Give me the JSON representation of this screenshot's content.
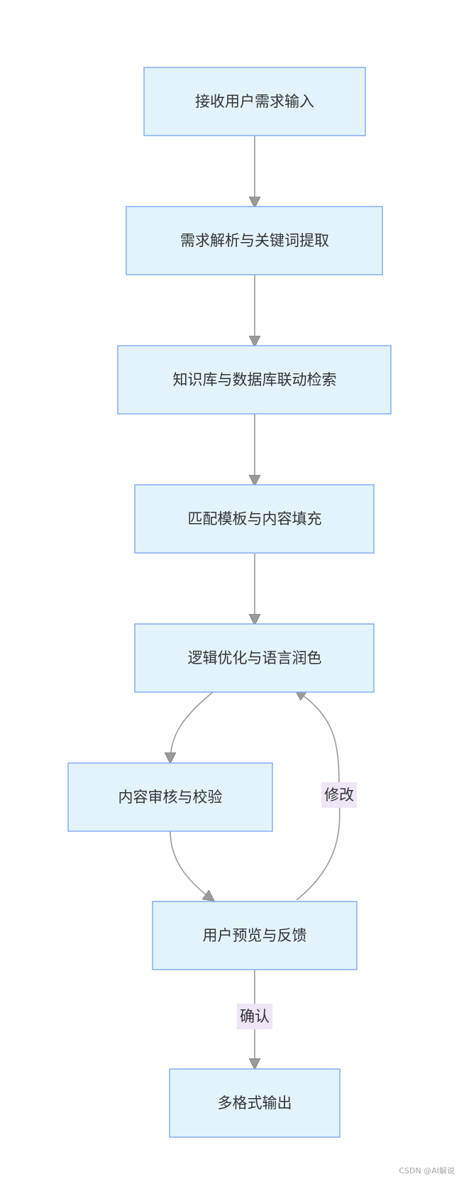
{
  "diagram": {
    "nodes": [
      {
        "id": "n1",
        "label": "接收用户需求输入"
      },
      {
        "id": "n2",
        "label": "需求解析与关键词提取"
      },
      {
        "id": "n3",
        "label": "知识库与数据库联动检索"
      },
      {
        "id": "n4",
        "label": "匹配模板与内容填充"
      },
      {
        "id": "n5",
        "label": "逻辑优化与语言润色"
      },
      {
        "id": "n6",
        "label": "内容审核与校验"
      },
      {
        "id": "n7",
        "label": "用户预览与反馈"
      },
      {
        "id": "n8",
        "label": "多格式输出"
      }
    ],
    "edges": [
      {
        "from": "n1",
        "to": "n2",
        "label": ""
      },
      {
        "from": "n2",
        "to": "n3",
        "label": ""
      },
      {
        "from": "n3",
        "to": "n4",
        "label": ""
      },
      {
        "from": "n4",
        "to": "n5",
        "label": ""
      },
      {
        "from": "n5",
        "to": "n6",
        "label": ""
      },
      {
        "from": "n6",
        "to": "n7",
        "label": ""
      },
      {
        "from": "n7",
        "to": "n5",
        "label": "修改"
      },
      {
        "from": "n7",
        "to": "n8",
        "label": "确认"
      }
    ]
  },
  "watermark": "CSDN @AI解说",
  "colors": {
    "node_fill": "#e3f3fc",
    "node_border": "#7ca9ef",
    "edge": "#9a9a9a",
    "edge_label_bg": "#eee6f5",
    "text": "#333333"
  }
}
